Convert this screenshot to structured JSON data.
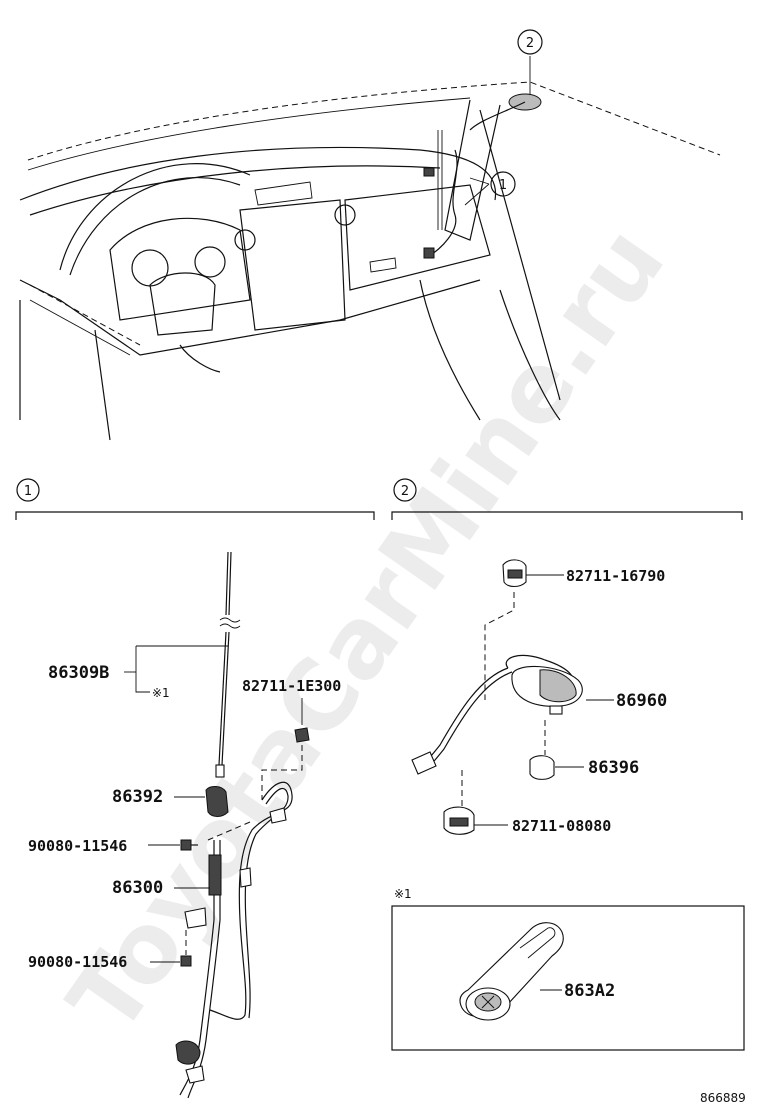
{
  "watermark": "ToyotaCarMine.ru",
  "callouts": {
    "overview_1": "1",
    "overview_2": "2",
    "section_1": "1",
    "section_2": "2"
  },
  "section1_parts": {
    "antenna_rod": "86309B",
    "note_mark": "※1",
    "clamp_top": "82711-1E300",
    "bracket": "86392",
    "screw_upper": "90080-11546",
    "antenna_assy": "86300",
    "screw_lower": "90080-11546"
  },
  "section2_parts": {
    "clamp_a": "82711-16790",
    "film_antenna": "86960",
    "grommet": "86396",
    "clamp_b": "82711-08080"
  },
  "inset": {
    "note_mark": "※1",
    "wrench": "863A2"
  },
  "diagram_id": "866889"
}
